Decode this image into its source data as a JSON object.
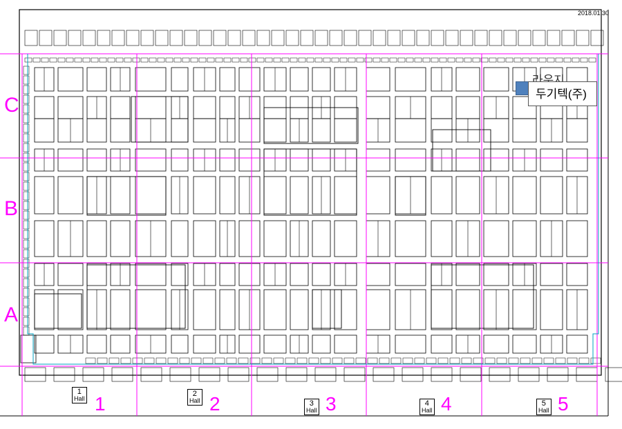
{
  "header": {
    "date": "2018.01.30"
  },
  "rows": [
    "C",
    "B",
    "A"
  ],
  "columns": [
    "1",
    "2",
    "3",
    "4",
    "5"
  ],
  "halls": [
    {
      "number": "1",
      "label": "Hall"
    },
    {
      "number": "2",
      "label": "Hall"
    },
    {
      "number": "3",
      "label": "Hall"
    },
    {
      "number": "4",
      "label": "Hall"
    },
    {
      "number": "5",
      "label": "Hall"
    }
  ],
  "lounge_label": "라운지",
  "callout": {
    "label": "두기텍(주)"
  },
  "colors": {
    "grid": "#ff00ff",
    "marker": "#4f81bd",
    "walls": "#000000",
    "outline": "#00a0c0"
  }
}
